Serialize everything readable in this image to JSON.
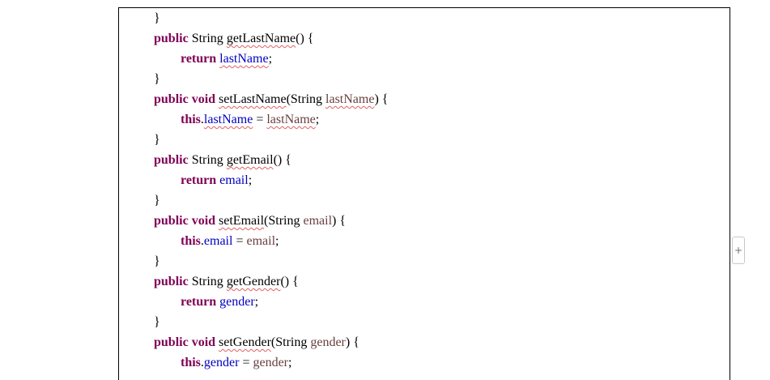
{
  "keywords": {
    "public": "public",
    "void": "void",
    "return": "return",
    "this": "this"
  },
  "types": {
    "string": "String"
  },
  "punct": {
    "close_brace": "}",
    "open_brace": "{",
    "paren_close_brace": "() {",
    "paren_open": "(",
    "paren_close_open_brace": ") {",
    "semicolon": ";",
    "dot": ".",
    "assign": " = "
  },
  "methods": {
    "get_last_name": "getLastName",
    "set_last_name": "setLastName",
    "get_email": "getEmail",
    "set_email": "setEmail",
    "get_gender": "getGender",
    "set_gender": "setGender"
  },
  "fields": {
    "last_name": "lastName",
    "email": "email",
    "gender": "gender"
  },
  "ui": {
    "expand_glyph": "+"
  },
  "colors": {
    "keyword": "#7f0055",
    "field": "#0000c0",
    "parameter": "#6a3e3e",
    "spellcheck": "#e06060"
  }
}
